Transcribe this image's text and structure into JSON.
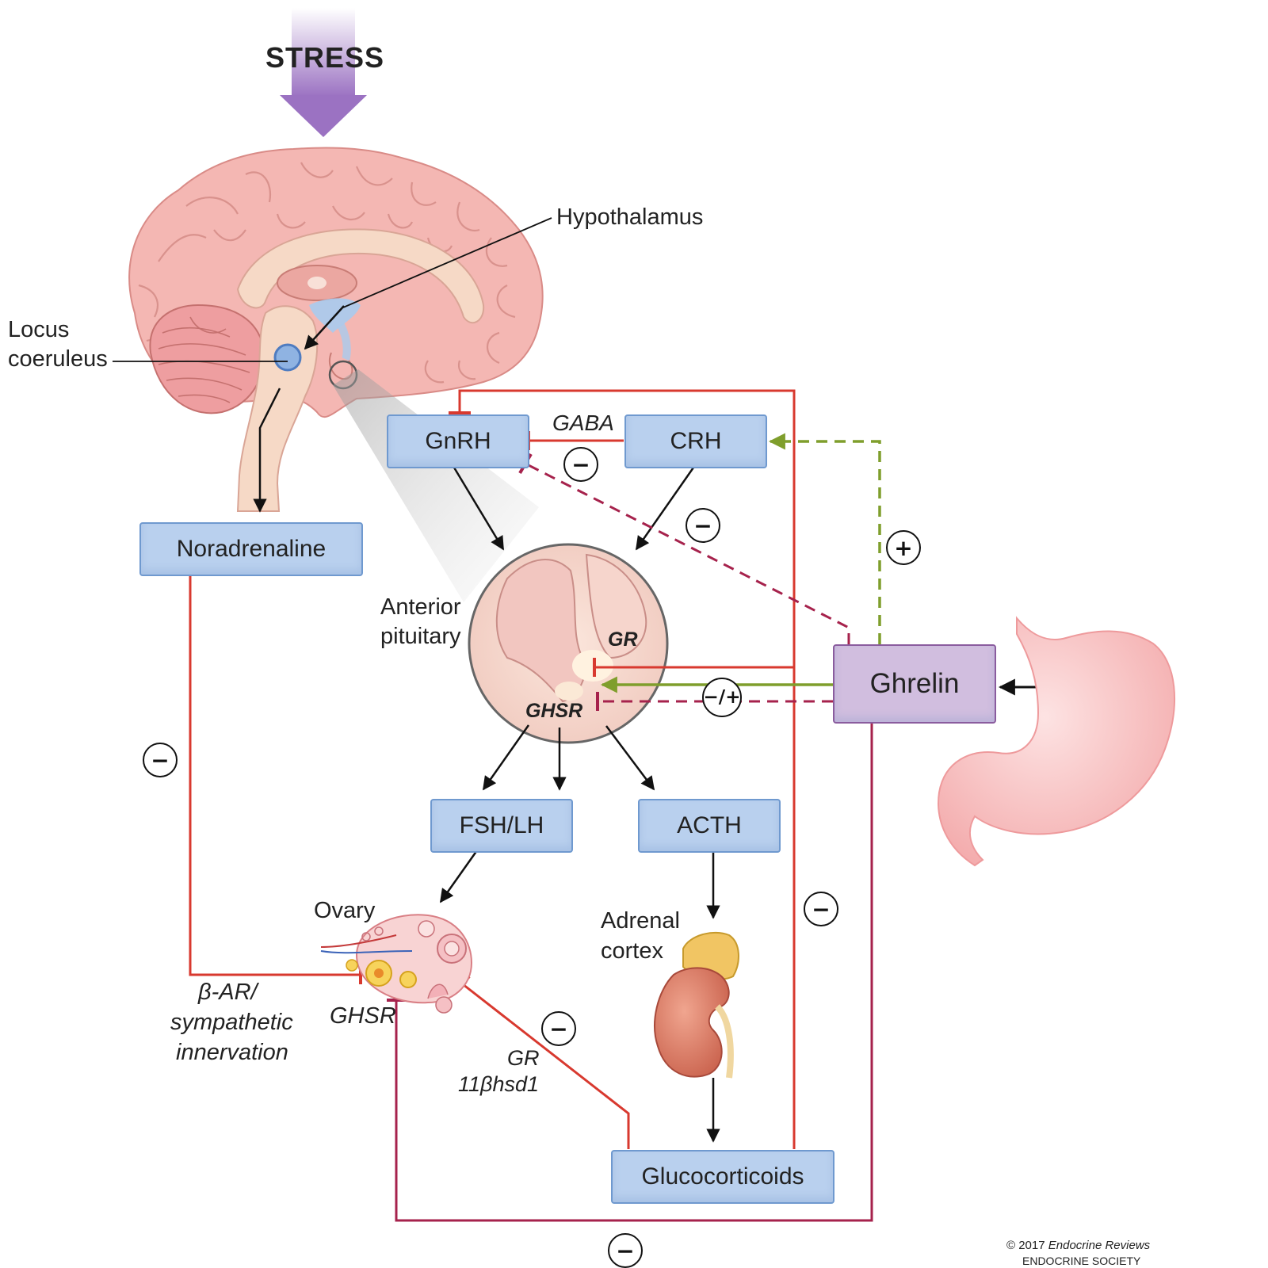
{
  "title": "STRESS",
  "brain_labels": {
    "hypothalamus": "Hypothalamus",
    "locus_line1": "Locus",
    "locus_line2": "coeruleus",
    "pituitary_line1": "Anterior",
    "pituitary_line2": "pituitary"
  },
  "boxes": {
    "gnrh": "GnRH",
    "crh": "CRH",
    "noradrenaline": "Noradrenaline",
    "ghrelin": "Ghrelin",
    "fsh_lh": "FSH/LH",
    "acth": "ACTH",
    "glucocorticoids": "Glucocorticoids"
  },
  "annotations": {
    "gaba": "GABA",
    "gr_pituitary": "GR",
    "ghsr_pituitary": "GHSR",
    "ovary": "Ovary",
    "adrenal_line1": "Adrenal",
    "adrenal_line2": "cortex",
    "bar_line1": "β-AR/",
    "bar_line2": "sympathetic",
    "bar_line3": "innervation",
    "ghsr_ovary": "GHSR",
    "gr_ovary": "GR",
    "hsd_ovary": "11βhsd1"
  },
  "signs": {
    "minus": "−",
    "plus": "+",
    "minus_plus": "−/+"
  },
  "credit": {
    "line1_prefix": "© 2017 ",
    "line1_journal": "Endocrine Reviews",
    "line2": "ENDOCRINE SOCIETY"
  },
  "colors": {
    "box_fill": "#b9d0ee",
    "box_border": "#6f99cf",
    "ghrelin_fill": "#d1bedf",
    "ghrelin_border": "#8a5c9e",
    "inhibit_red": "#d8392f",
    "ghrelin_maroon": "#a6224c",
    "stimulate_green": "#7f9e2c",
    "stress_arrow": "#9b72c2",
    "brain_pink": "#f4b7b3",
    "stomach_pink": "#f7b7b7"
  }
}
